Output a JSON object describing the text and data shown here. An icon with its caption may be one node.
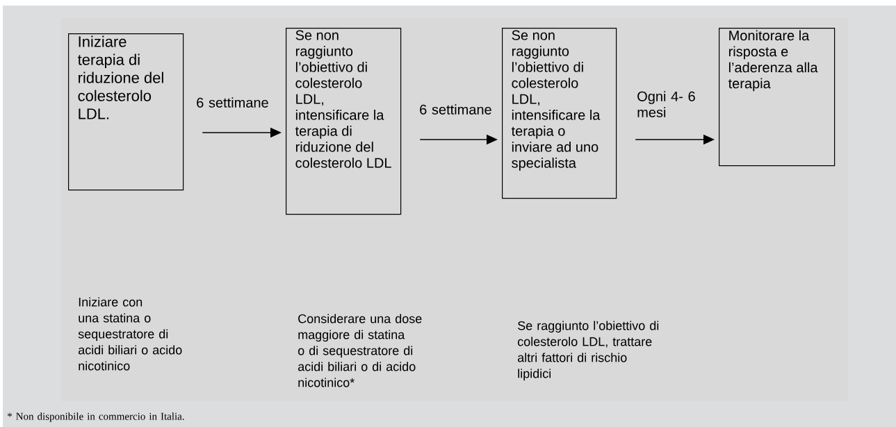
{
  "diagram": {
    "nodes": [
      {
        "text": [
          "Iniziare terapia di riduzione del colesterolo LDL."
        ]
      },
      {
        "text": [
          "Se non raggiunto l’obiettivo di colesterolo LDL, intensificare la terapia di riduzione del colesterolo LDL"
        ]
      },
      {
        "text": [
          "Se non raggiunto l’obiettivo di colesterolo LDL, intensificare la terapia o inviare ad uno specialista"
        ]
      },
      {
        "text": [
          "Monitorare la risposta e l’aderenza alla terapia"
        ]
      }
    ],
    "edges": [
      {
        "from": 0,
        "to": 1,
        "arrow": "to",
        "label": "6 settimane"
      },
      {
        "from": 1,
        "to": 2,
        "arrow": "to",
        "label": "6 settimane"
      },
      {
        "from": 2,
        "to": 3,
        "arrow": "to",
        "label": "Ogni 4- 6 mesi"
      }
    ],
    "labels": [
      "Iniziare con una statina o sequestratore di acidi biliari o acido nicotinico",
      "Considerare una dose maggiore di statina o di sequestratore di acidi biliari o di acido nicotinico*",
      "Se raggiunto l’obiettivo di colesterolo LDL, trattare altri fattori di rischio lipidici",
      "* Non disponibile in commercio in Italia."
    ]
  }
}
